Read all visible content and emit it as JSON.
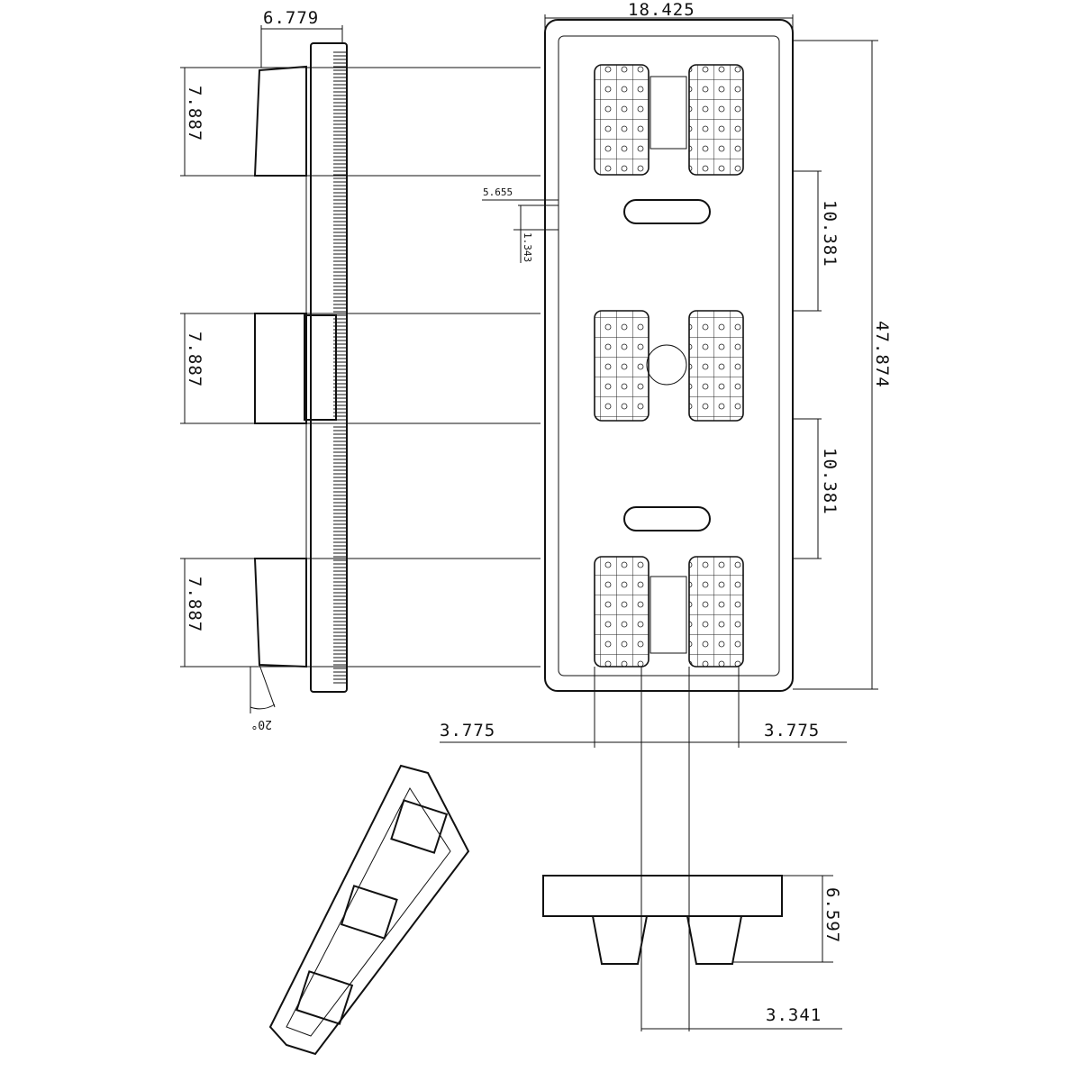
{
  "drawing": {
    "side_view": {
      "width_label": "6.779",
      "foot_labels": [
        "7.887",
        "7.887",
        "7.887"
      ],
      "angle_label": "20°"
    },
    "top_view": {
      "width_label": "18.425",
      "length_label": "47.874",
      "gap_labels": [
        "10.381",
        "10.381"
      ],
      "small_offset_label": "5.655",
      "small_height_label": "1.343",
      "pad_spacing_labels": [
        "3.775",
        "3.775"
      ]
    },
    "front_view": {
      "height_label": "6.597",
      "center_label": "3.341"
    },
    "colors": {
      "line": "#111111",
      "background": "#ffffff"
    }
  }
}
